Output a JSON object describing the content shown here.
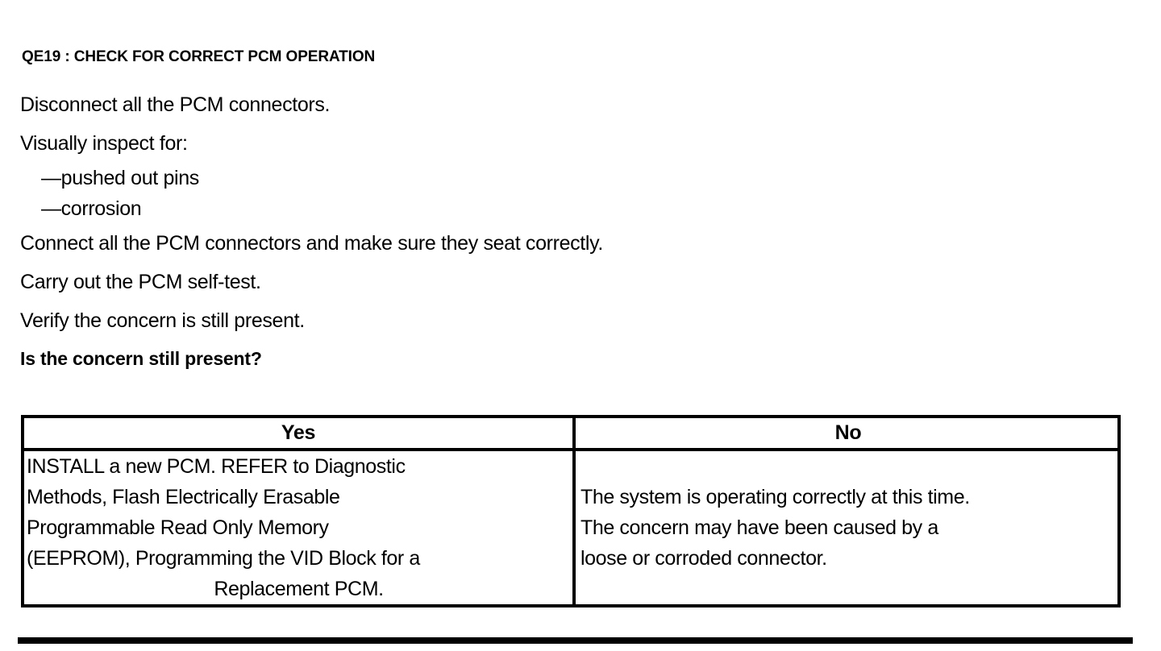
{
  "document": {
    "step_title": "QE19 : CHECK FOR CORRECT PCM OPERATION",
    "instructions": [
      {
        "text": "Disconnect all the PCM connectors.",
        "style": "normal"
      },
      {
        "text": "Visually inspect for:",
        "style": "normal"
      },
      {
        "text": "—pushed out pins",
        "style": "bullet"
      },
      {
        "text": "—corrosion",
        "style": "bullet"
      },
      {
        "text": "Connect all the PCM connectors and make sure they seat correctly.",
        "style": "normal"
      },
      {
        "text": "Carry out the PCM self-test.",
        "style": "normal"
      },
      {
        "text": "Verify the concern is still present.",
        "style": "normal"
      },
      {
        "text": "Is the concern still present?",
        "style": "question"
      }
    ],
    "decision_table": {
      "headers": {
        "yes": "Yes",
        "no": "No"
      },
      "yes_cell": {
        "lines": [
          "INSTALL a new PCM. REFER to Diagnostic",
          "Methods, Flash Electrically Erasable",
          "Programmable Read Only Memory",
          "(EEPROM), Programming the VID Block for a",
          "Replacement PCM."
        ],
        "centered_line_indexes": [
          4
        ]
      },
      "no_cell": {
        "lines": [
          "The system is operating correctly at this time.",
          "The concern may have been caused by a",
          "loose or corroded connector."
        ],
        "centered_line_indexes": []
      }
    },
    "colors": {
      "text": "#000000",
      "background": "#ffffff",
      "rule": "#000000"
    }
  }
}
